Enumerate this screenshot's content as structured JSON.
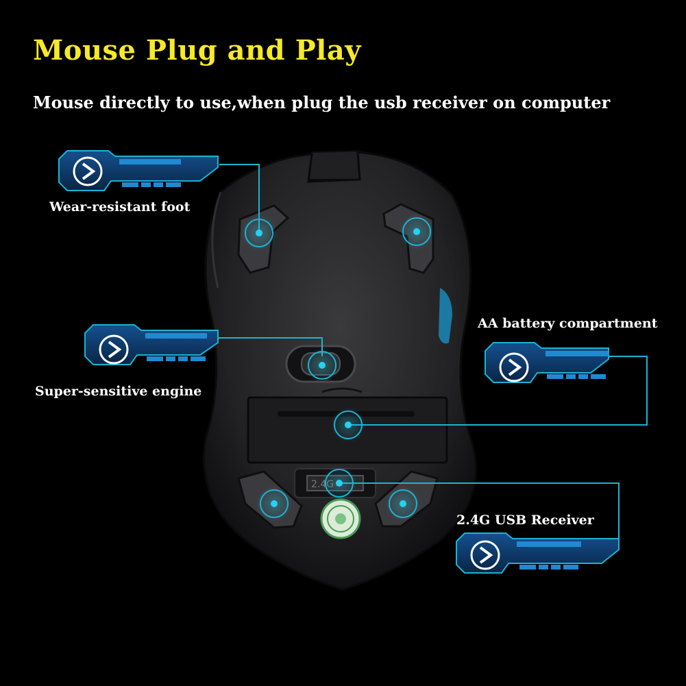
{
  "header": {
    "title": "Mouse Plug and Play",
    "subtitle": "Mouse directly to use,when  plug the usb receiver on computer"
  },
  "callouts": [
    {
      "label": "Wear-resistant foot"
    },
    {
      "label": "Super-sensitive engine"
    },
    {
      "label": "AA battery compartment"
    },
    {
      "label": "2.4G USB Receiver"
    }
  ],
  "icons": {
    "callout_icon": "play-arrow-icon",
    "marker_icon": "target-dot-icon"
  },
  "colors": {
    "background": "#000000",
    "title": "#f5e92a",
    "text": "#ffffff",
    "accent": "#1ab4d4",
    "panel": "#0f3a6e"
  }
}
